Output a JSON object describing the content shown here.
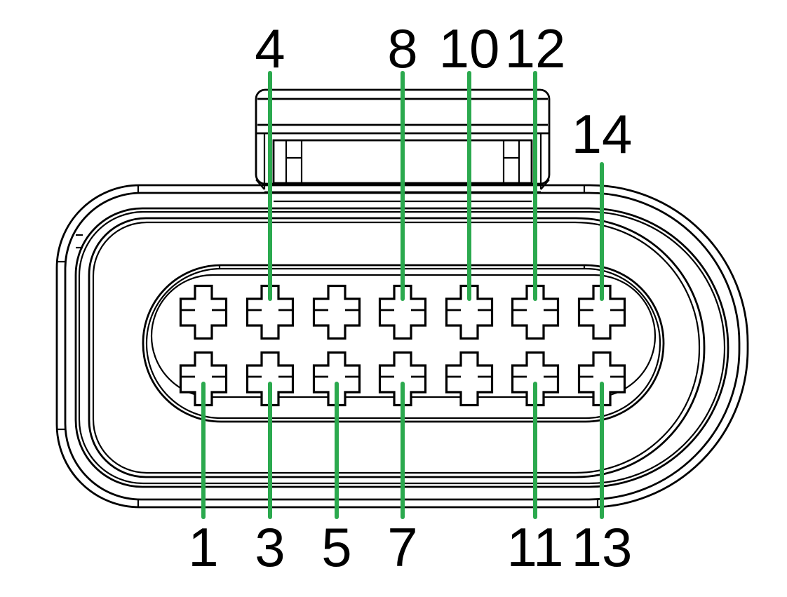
{
  "diagram": {
    "kind": "connector-pinout-front-view",
    "pin_count": 14,
    "grid": {
      "rows": 2,
      "cols": 7
    },
    "colors": {
      "leader": "#2BA94E",
      "line": "#000000",
      "background": "#FFFFFF"
    },
    "top_row_labels": [
      "4",
      "8",
      "10",
      "12",
      "14"
    ],
    "bottom_row_labels": [
      "1",
      "3",
      "5",
      "7",
      "11",
      "13"
    ],
    "labeled_pins": [
      {
        "label": "4",
        "row": "top",
        "col": 1
      },
      {
        "label": "8",
        "row": "top",
        "col": 3
      },
      {
        "label": "10",
        "row": "top",
        "col": 4
      },
      {
        "label": "12",
        "row": "top",
        "col": 5
      },
      {
        "label": "14",
        "row": "top",
        "col": 6,
        "short_leader": true
      },
      {
        "label": "1",
        "row": "bottom",
        "col": 0
      },
      {
        "label": "3",
        "row": "bottom",
        "col": 1
      },
      {
        "label": "5",
        "row": "bottom",
        "col": 2
      },
      {
        "label": "7",
        "row": "bottom",
        "col": 3
      },
      {
        "label": "11",
        "row": "bottom",
        "col": 5
      },
      {
        "label": "13",
        "row": "bottom",
        "col": 6
      }
    ],
    "unlabeled_pins": [
      {
        "row": "top",
        "col": 0
      },
      {
        "row": "top",
        "col": 2
      },
      {
        "row": "bottom",
        "col": 4
      }
    ]
  }
}
